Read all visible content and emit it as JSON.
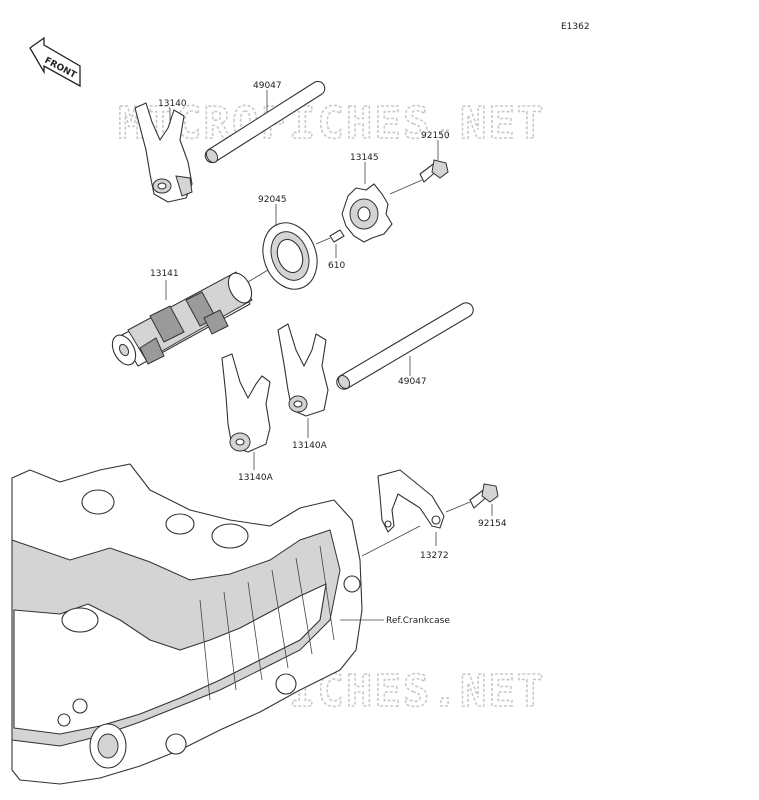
{
  "diagram": {
    "code": "E1362",
    "front_label": "FRONT",
    "watermark": "MICROFICHES.NET",
    "labels": {
      "p49047_top": "49047",
      "p13140": "13140",
      "p92150": "92150",
      "p13145": "13145",
      "p92045": "92045",
      "p610": "610",
      "p13141": "13141",
      "p49047_bottom": "49047",
      "p13140a_right": "13140A",
      "p13140a_left": "13140A",
      "p92154": "92154",
      "p13272": "13272",
      "ref_crankcase": "Ref.Crankcase"
    }
  }
}
